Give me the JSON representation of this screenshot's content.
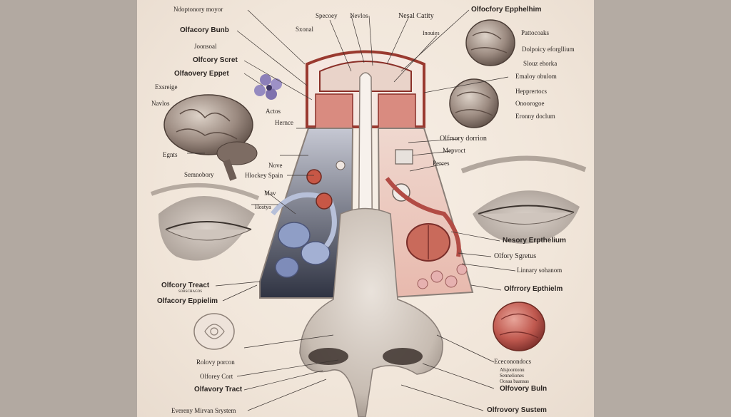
{
  "colors": {
    "panel": "#f2e8dd",
    "side": "#b2a9a1",
    "tissue_red": "#c76b5c",
    "tissue_blue": "#8f9ec6",
    "skin": "#d9d0c8",
    "line": "#3a3330"
  },
  "icons": [
    "brain-icon",
    "violet-flower-icon",
    "rose-icon",
    "nose-icon",
    "eye-icon"
  ],
  "labels": {
    "top_left_1": "Ndoptonory moyor",
    "left_bulb": "Olfacory Bunb",
    "left_joonsoal": "Joonsoal",
    "left_secret": "Olfcory Scret",
    "left_eppet": "Olfaovery Eppet",
    "exsreige": "Exsreige",
    "navlos": "Navlos",
    "egnts": "Egnts",
    "semnobory": "Semnobory",
    "actos": "Actos",
    "hernce": "Hernce",
    "nove": "Nove",
    "hlockey": "Hlockey Spain",
    "mav": "Mav",
    "hostya": "Hostya",
    "tract_left": "Olfcory Treact",
    "tract_left_sub": "SORSCHAGOS",
    "epithelium_left": "Olfacory Eppielim",
    "rolovy": "Rolovy porcon",
    "cort": "Olforey Cort",
    "tract_bottom": "Olfavory Tract",
    "system_left": "Evereny Mirvan Srystem",
    "sxonal": "Sxonal",
    "specoey": "Specoey",
    "nevlos": "Nevlos",
    "nasal_cavity": "Nesal Catity",
    "inouies": "Inouies",
    "olf_epithelium_top": "Olfocfory Epphelhim",
    "pattocoaks": "Pattocoaks",
    "dolpoicy": "Dolpoicy eforgllium",
    "slouz": "Slouz ehorka",
    "emaloy": "Emaloy obulom",
    "heppretocs": "Hepprertocs",
    "onoorogoe": "Onoorogoe",
    "eronny": "Eronny doclum",
    "olf_dorrion": "Olfrsory dorrion",
    "mepvoct": "Mepvoct",
    "perces": "Perces",
    "sensory_epi": "Nesory Erpthelium",
    "olf_sgretus": "Olfory Sgretus",
    "linnary": "Linnary sohanom",
    "olf_epithelium_right": "Olfrrory Epthielm",
    "ecconondocs": "Ececonondocs",
    "alsorns": "Alsjoontonu",
    "entonnes": "Senneliones",
    "oosaa": "Oosaa baansas",
    "olf_bulb_right": "Olfovory Buln",
    "olf_system_right": "Olfrovory Sustem"
  }
}
